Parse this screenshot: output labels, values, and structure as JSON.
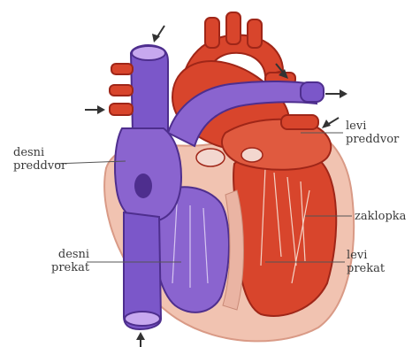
{
  "labels": {
    "desni_preddvor": "desni\npreddvor",
    "desni_prekat": "desni\nprekat",
    "levi_preddvor": "levi\npreddvor",
    "levi_prekat": "levi\nprekat",
    "zaklopka": "zaklopka"
  },
  "colors": {
    "deoxygenated": "#7b57c9",
    "deoxygenated_dark": "#4e2e8e",
    "oxygenated": "#d8452c",
    "oxygenated_dark": "#9f2618",
    "myocardium": "#f1c3b1",
    "chamber_interior": "#e9a99a",
    "leader_line": "#555555",
    "arrow": "#333333"
  }
}
